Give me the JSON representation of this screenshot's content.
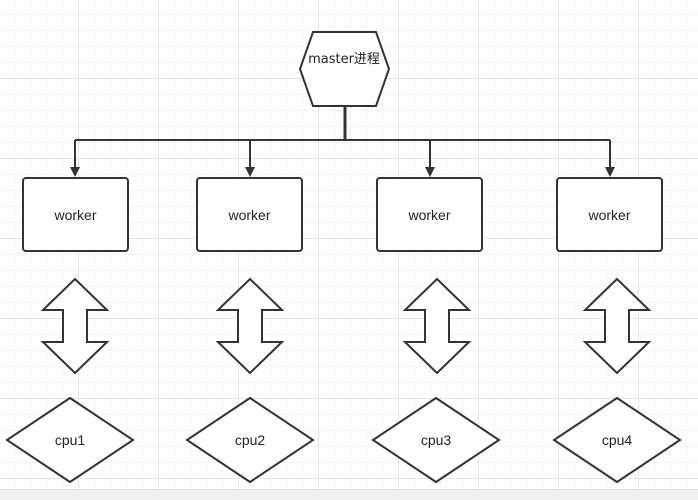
{
  "master": {
    "label": "master进程"
  },
  "workers": [
    "worker",
    "worker",
    "worker",
    "worker"
  ],
  "cpus": [
    "cpu1",
    "cpu2",
    "cpu3",
    "cpu4"
  ],
  "colors": {
    "stroke": "#333333",
    "fill": "#ffffff",
    "text": "#222222",
    "grid": "#e6e6e6"
  }
}
